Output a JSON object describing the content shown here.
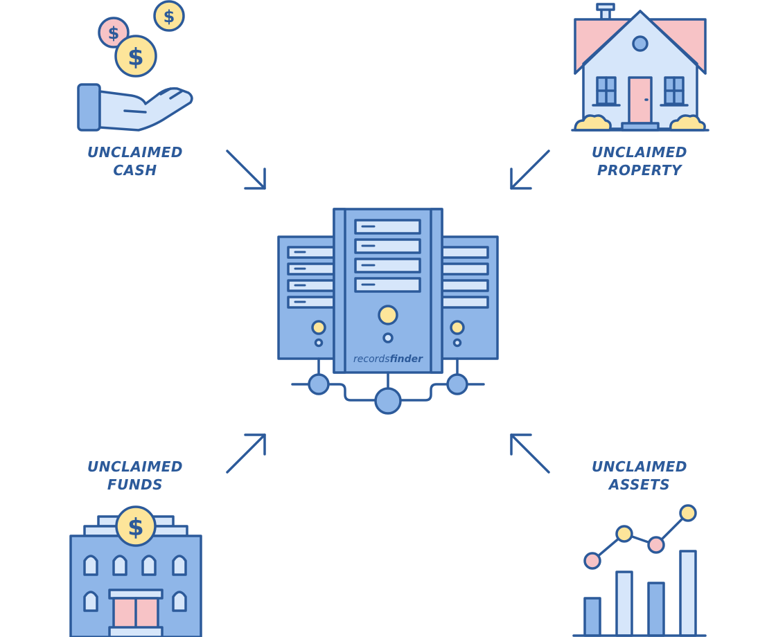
{
  "labels": {
    "cash": {
      "line1": "UNCLAIMED",
      "line2": "CASH"
    },
    "property": {
      "line1": "UNCLAIMED",
      "line2": "PROPERTY"
    },
    "funds": {
      "line1": "UNCLAIMED",
      "line2": "FUNDS"
    },
    "assets": {
      "line1": "UNCLAIMED",
      "line2": "ASSETS"
    }
  },
  "server": {
    "brand_regular": "records",
    "brand_bold": "finder"
  },
  "colors": {
    "stroke": "#2c5a9a",
    "blue_fill": "#8fb6e8",
    "light_blue": "#d6e6fa",
    "pink": "#f7c3c6",
    "yellow": "#fde59a",
    "text": "#2c5a9a"
  }
}
